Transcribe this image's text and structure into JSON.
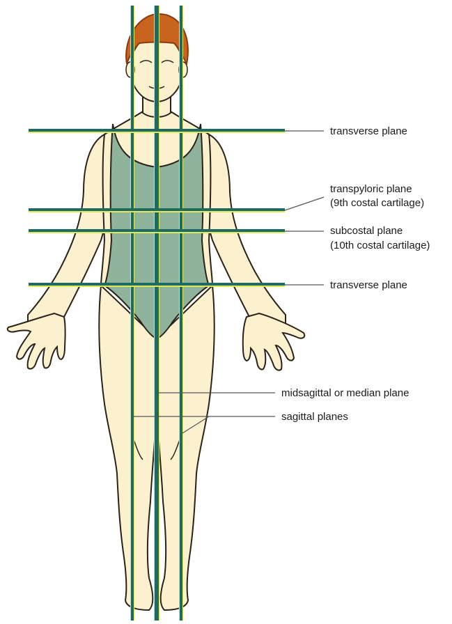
{
  "colors": {
    "skin": "#fbf1cf",
    "outline": "#2a2218",
    "suit": "#8fb39b",
    "hair": "#c8641e",
    "hair_dark": "#8a3a10",
    "plane": "#1d6b63",
    "plane_edge": "#dfe85a",
    "leader": "#555555",
    "text": "#1a1a1a"
  },
  "labels": {
    "transverse_upper": "transverse plane",
    "transpyloric_line1": "transpyloric plane",
    "transpyloric_line2": "(9th costal cartilage)",
    "subcostal_line1": "subcostal plane",
    "subcostal_line2": "(10th costal cartilage)",
    "transverse_lower": "transverse plane",
    "midsagittal": "midsagittal or median plane",
    "sagittal": "sagittal planes"
  }
}
